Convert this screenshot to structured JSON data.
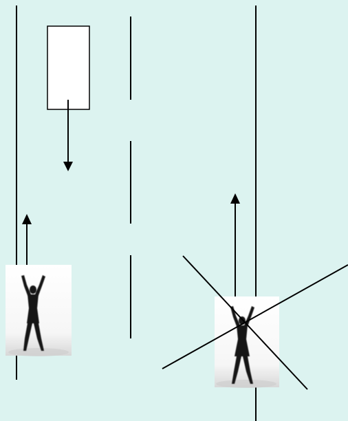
{
  "diagram": {
    "background_color": "#dcf3f0",
    "line_color": "#000000",
    "elements": [
      "left-road-edge",
      "dashed-center-line",
      "right-road-edge",
      "vehicle-rectangle",
      "vehicle-direction-arrow-down",
      "left-pedestrian-waving",
      "left-pedestrian-arrow-up",
      "right-pedestrian-waving",
      "right-pedestrian-arrow-up",
      "cross-out-mark"
    ]
  }
}
